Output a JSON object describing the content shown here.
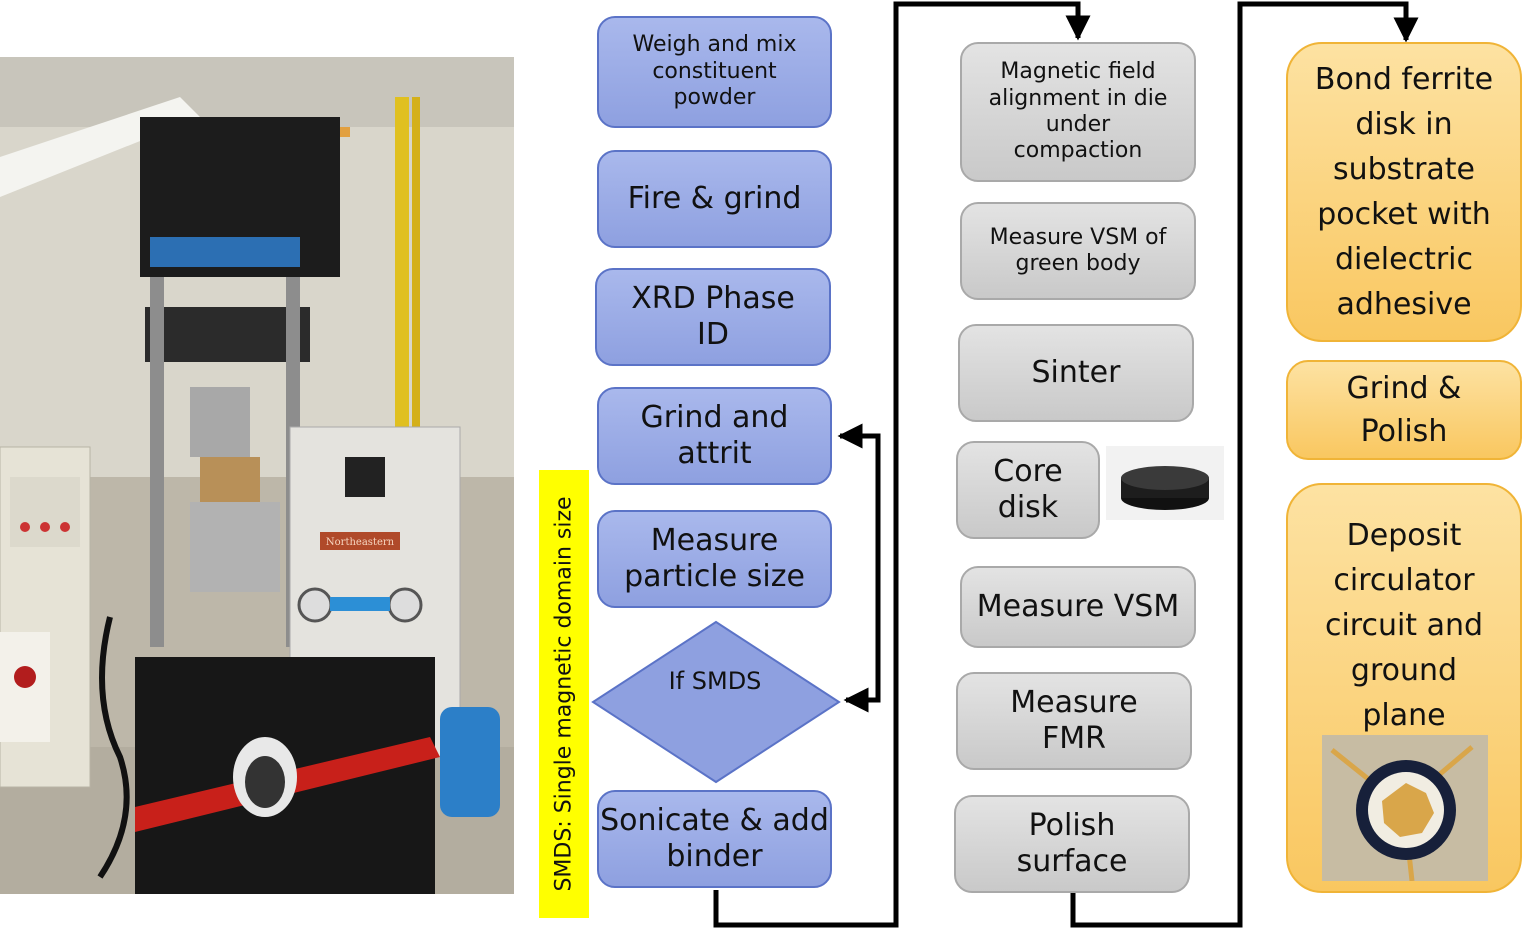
{
  "column1": {
    "weigh": "Weigh and mix constituent powder",
    "fire": "Fire & grind",
    "xrd": "XRD Phase ID",
    "grind_attrit": "Grind and attrit",
    "measure_particle": "Measure particle size",
    "if_smds": "If SMDS",
    "sonicate": "Sonicate & add binder"
  },
  "smds_note": "SMDS: Single magnetic domain size",
  "column2": {
    "magnetic_field": "Magnetic field alignment in die under compaction",
    "measure_vsm_green": "Measure VSM of green body",
    "sinter": "Sinter",
    "core_disk": "Core disk",
    "measure_vsm": "Measure VSM",
    "measure_fmr": "Measure FMR",
    "polish_surface": "Polish surface"
  },
  "column3": {
    "bond": "Bond ferrite disk in substrate pocket with dielectric adhesive",
    "grind_polish": "Grind & Polish",
    "deposit": "Deposit circulator circuit and ground plane"
  },
  "photo_text": {
    "brand_plate": "Northeastern"
  },
  "colors": {
    "blue_fill": "#8ea0e0",
    "gray_fill": "#c9c9c9",
    "orange_fill": "#f9c760",
    "label_highlight": "#ffff00"
  }
}
